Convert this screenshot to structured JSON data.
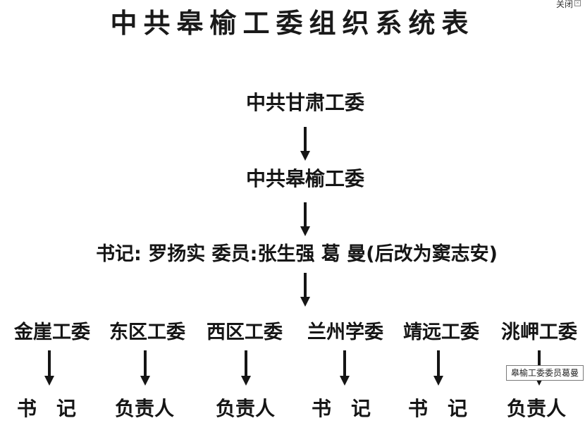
{
  "header": {
    "title": "中共皋榆工委组织系统表",
    "close_label": "关闭"
  },
  "chart": {
    "top_node": "中共甘肃工委",
    "second_node": "中共皋榆工委",
    "members_node": "书记: 罗扬实  委员:张生强  葛 曼(后改为窦志安)",
    "branches": [
      "金崖工委",
      "东区工委",
      "西区工委",
      "兰州学委",
      "靖远工委",
      "洮岬工委"
    ],
    "roles": [
      "书　记",
      "负责人",
      "负责人",
      "书　记",
      "书　记",
      "负责人"
    ]
  },
  "tooltip": {
    "text": "皋榆工委委员葛曼"
  }
}
